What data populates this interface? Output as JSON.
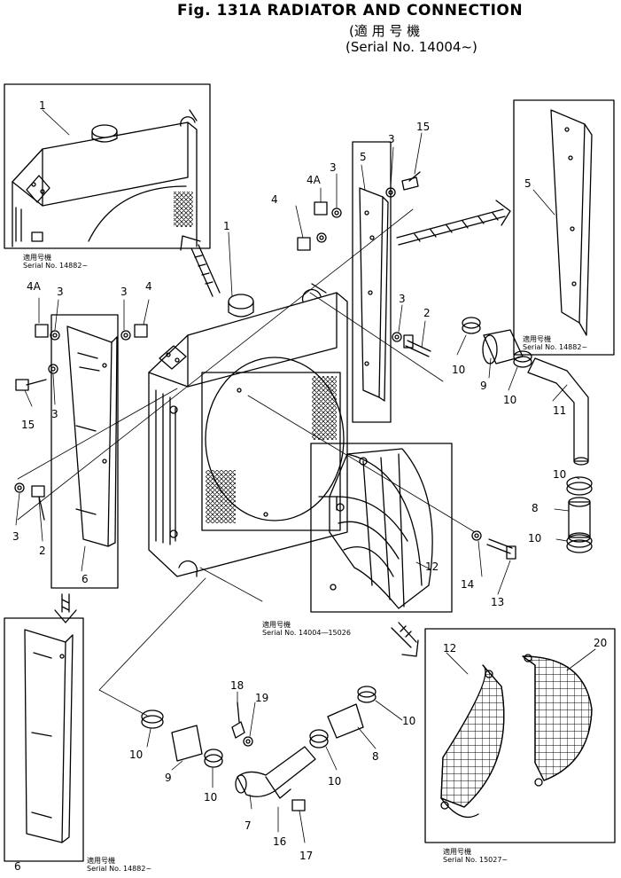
{
  "header": {
    "title": "Fig. 131A RADIATOR AND CONNECTION",
    "applicable_jp": "(適 用 号 機",
    "serial_range": "(Serial No. 14004~)"
  },
  "captions": {
    "inset_top_left": {
      "jp": "適用号機",
      "serial": "Serial No. 14882~"
    },
    "inset_top_right": {
      "jp": "適用号機",
      "serial": "Serial No. 14882~"
    },
    "center": {
      "jp": "適用号機",
      "serial": "Serial No. 14004―15026"
    },
    "inset_bottom_right": {
      "jp": "適用号機",
      "serial": "Serial No. 15027~"
    },
    "inset_bottom_left": {
      "jp": "適用号機",
      "serial": "Serial No. 14882~"
    }
  },
  "callouts": {
    "c01": "1",
    "c02": "1",
    "c03": "4A",
    "c04": "3",
    "c05": "3",
    "c06": "4",
    "c07": "15",
    "c08": "3",
    "c09": "3",
    "c10": "2",
    "c11": "6",
    "c12": "6",
    "c13": "5",
    "c14": "3",
    "c15": "15",
    "c16": "4A",
    "c17": "3",
    "c18": "4",
    "c19": "3",
    "c20": "2",
    "c21": "5",
    "c22": "10",
    "c23": "9",
    "c24": "10",
    "c25": "11",
    "c26": "10",
    "c27": "8",
    "c28": "10",
    "c29": "12",
    "c30": "14",
    "c31": "13",
    "c32": "12",
    "c33": "20",
    "c34": "18",
    "c35": "19",
    "c36": "10",
    "c37": "9",
    "c38": "10",
    "c39": "7",
    "c40": "16",
    "c41": "17",
    "c42": "10",
    "c43": "8",
    "c44": "10"
  }
}
